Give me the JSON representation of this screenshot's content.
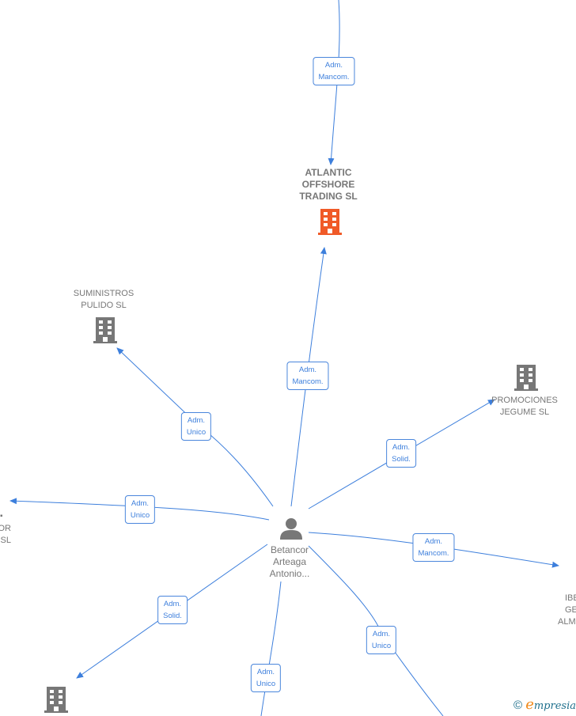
{
  "colors": {
    "edge": "#3d7fdc",
    "main_company": "#f05a28",
    "company": "#777777",
    "person": "#777777"
  },
  "center_person": {
    "name": [
      "Betancor",
      "Arteaga",
      "Antonio..."
    ],
    "icon": "person-icon"
  },
  "nodes": [
    {
      "name": [
        "ATLANTIC",
        "OFFSHORE",
        "TRADING  SL"
      ],
      "icon": "building-icon",
      "highlight": true
    },
    {
      "name": [
        "SUMINISTROS",
        "PULIDO SL"
      ],
      "icon": "building-icon"
    },
    {
      "name": [
        "PROMOCIONES",
        "JEGUME SL"
      ],
      "icon": "building-icon"
    },
    {
      "name": [
        "OR",
        "SL"
      ],
      "icon": "building-icon"
    },
    {
      "name": [
        "IBE",
        "GE",
        "ALM"
      ],
      "icon": "building-icon"
    },
    {
      "name": [],
      "icon": "building-icon"
    }
  ],
  "edges": [
    {
      "label": [
        "Adm.",
        "Mancom."
      ]
    },
    {
      "label": [
        "Adm.",
        "Mancom."
      ]
    },
    {
      "label": [
        "Adm.",
        "Unico"
      ]
    },
    {
      "label": [
        "Adm.",
        "Solid."
      ]
    },
    {
      "label": [
        "Adm.",
        "Unico"
      ]
    },
    {
      "label": [
        "Adm.",
        "Mancom."
      ]
    },
    {
      "label": [
        "Adm.",
        "Solid."
      ]
    },
    {
      "label": [
        "Adm.",
        "Unico"
      ]
    },
    {
      "label": [
        "Adm.",
        "Unico"
      ]
    }
  ],
  "watermark": {
    "symbol": "©",
    "brand_e": "e",
    "brand_rest": "mpresia"
  }
}
